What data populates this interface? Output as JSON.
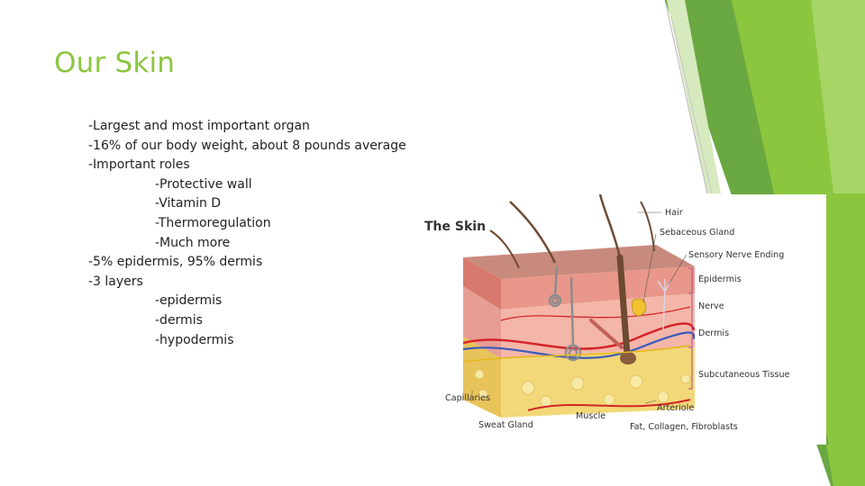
{
  "slide": {
    "title": "Our Skin",
    "accent_color": "#8cc63e",
    "bullets": [
      {
        "text": "-Largest and  most important organ",
        "level": 0
      },
      {
        "text": "-16% of our body weight, about 8 pounds average",
        "level": 0
      },
      {
        "text": "-Important roles",
        "level": 0
      },
      {
        "text": "-Protective wall",
        "level": 1
      },
      {
        "text": "-Vitamin D",
        "level": 1
      },
      {
        "text": "-Thermoregulation",
        "level": 1
      },
      {
        "text": "-Much more",
        "level": 1
      },
      {
        "text": "-5% epidermis, 95% dermis",
        "level": 0
      },
      {
        "text": "-3 layers",
        "level": 0
      },
      {
        "text": "-epidermis",
        "level": 1
      },
      {
        "text": "-dermis",
        "level": 1
      },
      {
        "text": "-hypodermis",
        "level": 1
      }
    ]
  },
  "figure": {
    "title": "The Skin",
    "labels": {
      "hair": "Hair",
      "sebaceous_gland": "Sebaceous Gland",
      "sensory_nerve_ending": "Sensory Nerve Ending",
      "epidermis": "Epidermis",
      "nerve": "Nerve",
      "dermis": "Dermis",
      "subcutaneous_tissue": "Subcutaneous Tissue",
      "capillaries": "Capillaries",
      "arteriole": "Arteriole",
      "sweat_gland": "Sweat Gland",
      "muscle": "Muscle",
      "fat_collagen_fibroblasts": "Fat, Collagen, Fibroblasts"
    }
  }
}
